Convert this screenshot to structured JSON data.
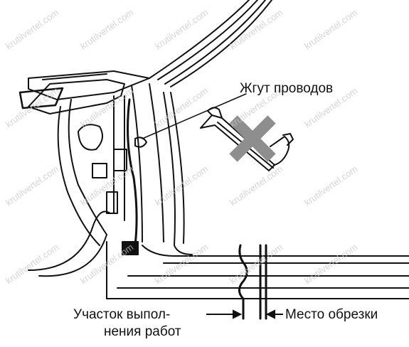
{
  "diagram": {
    "labels": {
      "wire_harness": "Жгут проводов",
      "work_area_line1": "Участок выпол-",
      "work_area_line2": "нения работ",
      "cut_location": "Место обрезки"
    },
    "watermark": "krutilvertel.com",
    "colors": {
      "line": "#111111",
      "watermark": "#c8c8c8",
      "background": "#ffffff"
    },
    "icons": [
      "cutting-torch-icon",
      "prohibited-cross-icon"
    ]
  }
}
